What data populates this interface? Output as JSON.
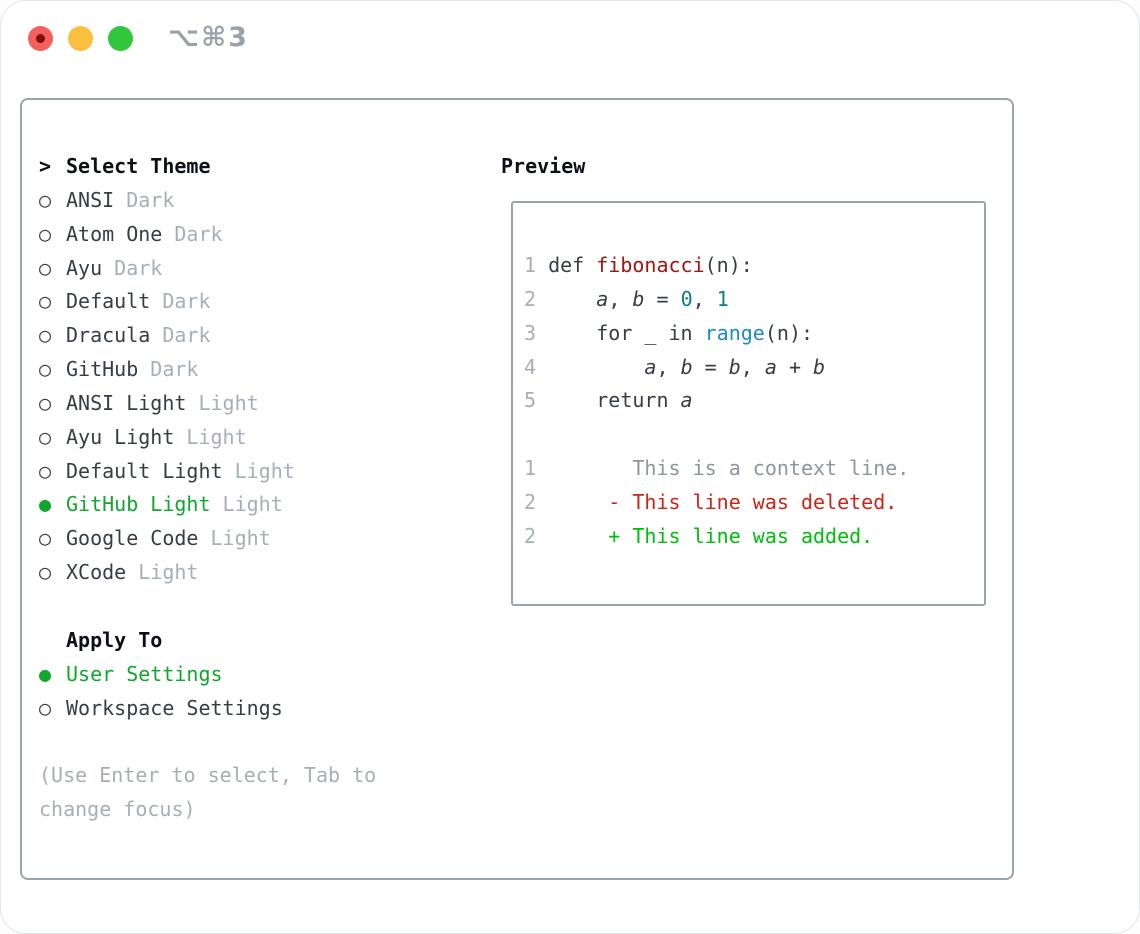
{
  "colors": {
    "heading": "#0d1117",
    "text_dark": "#363d45",
    "muted_gray": "#a6aeb8",
    "context_gray": "#8d959d",
    "accent_green": "#13a62f",
    "added_green": "#00bd0e",
    "deleted_red": "#cd2417",
    "function_red": "#a31511",
    "number_teal": "#0e7d84",
    "builtin_blue": "#1e8bc9",
    "border_gray": "#9ba3ad",
    "titlebar_gray": "#9aa1a9",
    "light_red": "#f4615c",
    "light_red_dot": "#7d0e11",
    "light_yellow": "#fbbf3f",
    "light_green": "#31c73d"
  },
  "icons": {
    "cursor": ">",
    "radio_selected": "●",
    "radio_unselected": "○"
  },
  "window": {
    "title_shortcut": "⌥⌘3"
  },
  "theme_panel": {
    "header_prefix": ">",
    "header": "Select Theme",
    "themes": [
      {
        "name": "ANSI",
        "variant": "Dark",
        "selected": false
      },
      {
        "name": "Atom One",
        "variant": "Dark",
        "selected": false
      },
      {
        "name": "Ayu",
        "variant": "Dark",
        "selected": false
      },
      {
        "name": "Default",
        "variant": "Dark",
        "selected": false
      },
      {
        "name": "Dracula",
        "variant": "Dark",
        "selected": false
      },
      {
        "name": "GitHub",
        "variant": "Dark",
        "selected": false
      },
      {
        "name": "ANSI Light",
        "variant": "Light",
        "selected": false
      },
      {
        "name": "Ayu Light",
        "variant": "Light",
        "selected": false
      },
      {
        "name": "Default Light",
        "variant": "Light",
        "selected": false
      },
      {
        "name": "GitHub Light",
        "variant": "Light",
        "selected": true
      },
      {
        "name": "Google Code",
        "variant": "Light",
        "selected": false
      },
      {
        "name": "XCode",
        "variant": "Light",
        "selected": false
      }
    ],
    "apply_to": {
      "header": "Apply To",
      "options": [
        {
          "label": "User Settings",
          "selected": true
        },
        {
          "label": "Workspace Settings",
          "selected": false
        }
      ]
    },
    "hint_lines": [
      "(Use Enter to select, Tab to",
      "change focus)"
    ]
  },
  "preview_panel": {
    "header": "Preview",
    "code_lines": [
      {
        "number": "1",
        "tokens": [
          {
            "text": "def ",
            "style": "plain"
          },
          {
            "text": "fibonacci",
            "style": "function"
          },
          {
            "text": "(n):",
            "style": "plain"
          }
        ]
      },
      {
        "number": "2",
        "tokens": [
          {
            "text": "    ",
            "style": "plain"
          },
          {
            "text": "a",
            "style": "variable"
          },
          {
            "text": ", ",
            "style": "plain"
          },
          {
            "text": "b",
            "style": "variable"
          },
          {
            "text": " = ",
            "style": "plain"
          },
          {
            "text": "0",
            "style": "number"
          },
          {
            "text": ", ",
            "style": "plain"
          },
          {
            "text": "1",
            "style": "number"
          }
        ]
      },
      {
        "number": "3",
        "tokens": [
          {
            "text": "    for _ in ",
            "style": "plain"
          },
          {
            "text": "range",
            "style": "builtin"
          },
          {
            "text": "(n):",
            "style": "plain"
          }
        ]
      },
      {
        "number": "4",
        "tokens": [
          {
            "text": "        ",
            "style": "plain"
          },
          {
            "text": "a",
            "style": "variable"
          },
          {
            "text": ", ",
            "style": "plain"
          },
          {
            "text": "b",
            "style": "variable"
          },
          {
            "text": " = ",
            "style": "plain"
          },
          {
            "text": "b",
            "style": "variable"
          },
          {
            "text": ", ",
            "style": "plain"
          },
          {
            "text": "a",
            "style": "variable"
          },
          {
            "text": " + ",
            "style": "plain"
          },
          {
            "text": "b",
            "style": "variable"
          }
        ]
      },
      {
        "number": "5",
        "tokens": [
          {
            "text": "    return ",
            "style": "plain"
          },
          {
            "text": "a",
            "style": "variable"
          }
        ]
      }
    ],
    "diff_lines": [
      {
        "number": "1",
        "marker": " ",
        "text": "This is a context line.",
        "type": "context"
      },
      {
        "number": "2",
        "marker": "-",
        "text": "This line was deleted.",
        "type": "deleted"
      },
      {
        "number": "2",
        "marker": "+",
        "text": "This line was added.",
        "type": "added"
      }
    ]
  }
}
